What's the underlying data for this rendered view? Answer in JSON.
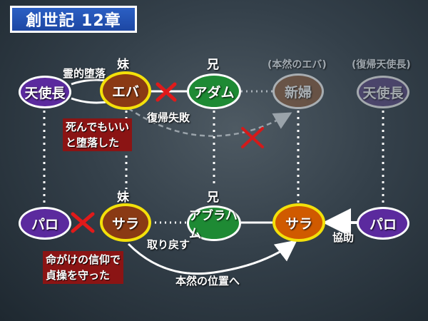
{
  "title": "創世記 12章",
  "top_row": {
    "labels": {
      "imouto": "妹",
      "ani": "兄",
      "honnen_eva": "(本然のエバ)",
      "fukki_tenshicho": "(復帰天使長)"
    },
    "nodes": {
      "tenshicho": "天使長",
      "eva": "エバ",
      "adam": "アダム",
      "shinpu": "新婦",
      "tenshicho_dim": "天使長"
    },
    "arrow_labels": {
      "reiteki_daraku": "霊的堕落",
      "fukki_shippai": "復帰失敗"
    },
    "note": [
      "死んでもいい",
      "と堕落した"
    ]
  },
  "bottom_row": {
    "labels": {
      "imouto": "妹",
      "ani": "兄"
    },
    "nodes": {
      "pharaoh": "パロ",
      "sara": "サラ",
      "abraham": "アブラハム",
      "sara_restored": "サラ",
      "pharaoh_right": "パロ"
    },
    "arrow_labels": {
      "torimodosu": "取り戻す",
      "honnen_ichi": "本然の位置へ",
      "kyoryoku": "協助"
    },
    "note": [
      "命がけの信仰で",
      "貞操を守った"
    ]
  },
  "colors": {
    "purple": "#5b2a9e",
    "brown": "#8a3a14",
    "green": "#1e8a34",
    "orange": "#d05a00",
    "dim_brown": "#8a5a3a",
    "dim_purple": "#5e4a86",
    "cross": "#e01a1a",
    "accent_yellow": "#f3e00a"
  }
}
